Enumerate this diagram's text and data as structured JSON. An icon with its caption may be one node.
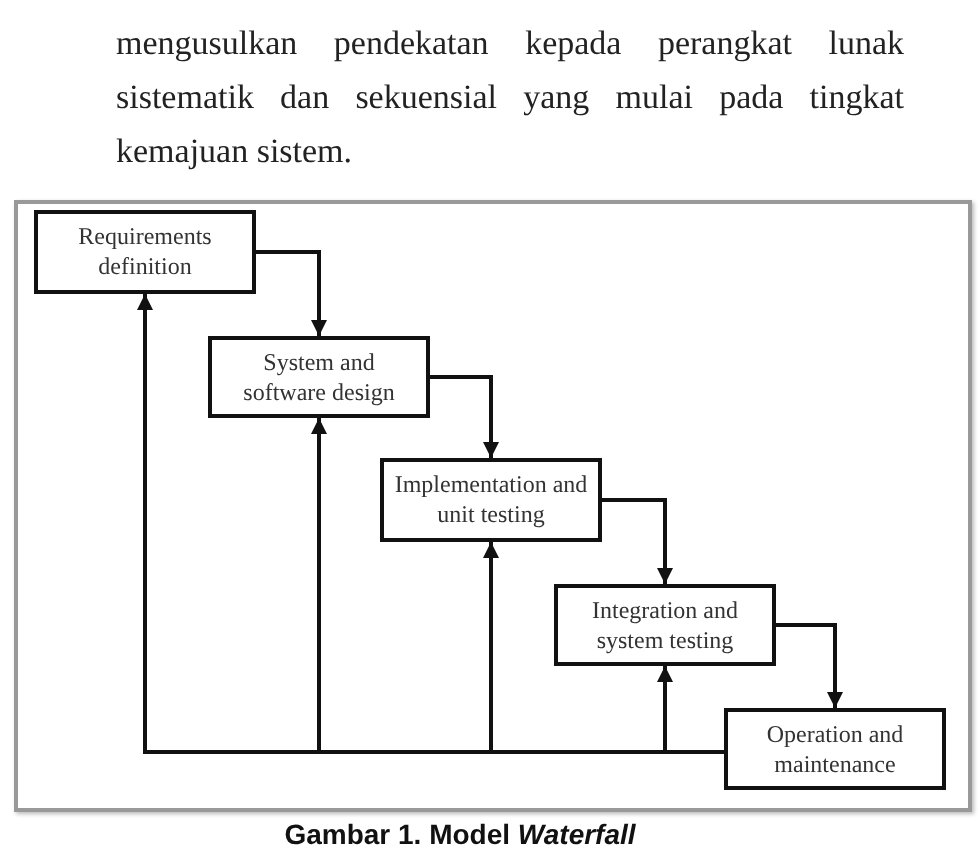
{
  "diagram": {
    "caption": "Gambar 1. Model *Waterfall*",
    "nodes": [
      {
        "text": [
          "Requirements definition"
        ]
      },
      {
        "text": [
          "System and software design"
        ]
      },
      {
        "text": [
          "Implementation and unit testing"
        ]
      },
      {
        "text": [
          "Integration and system testing"
        ]
      },
      {
        "text": [
          "Operation and maintenance"
        ]
      }
    ],
    "edges": [
      {
        "from": 0,
        "to": 1,
        "arrow": "to"
      },
      {
        "from": 1,
        "to": 2,
        "arrow": "to"
      },
      {
        "from": 2,
        "to": 3,
        "arrow": "to"
      },
      {
        "from": 3,
        "to": 4,
        "arrow": "to"
      },
      {
        "from": 4,
        "to": 3,
        "arrow": "to"
      },
      {
        "from": 4,
        "to": 2,
        "arrow": "to"
      },
      {
        "from": 4,
        "to": 1,
        "arrow": "to"
      },
      {
        "from": 4,
        "to": 0,
        "arrow": "to"
      }
    ],
    "labels": [
      "mengusulkan pendekatan kepada perangkat lunak sistematik dan sekuensial yang mulai pada tingkat kemajuan sistem."
    ]
  }
}
